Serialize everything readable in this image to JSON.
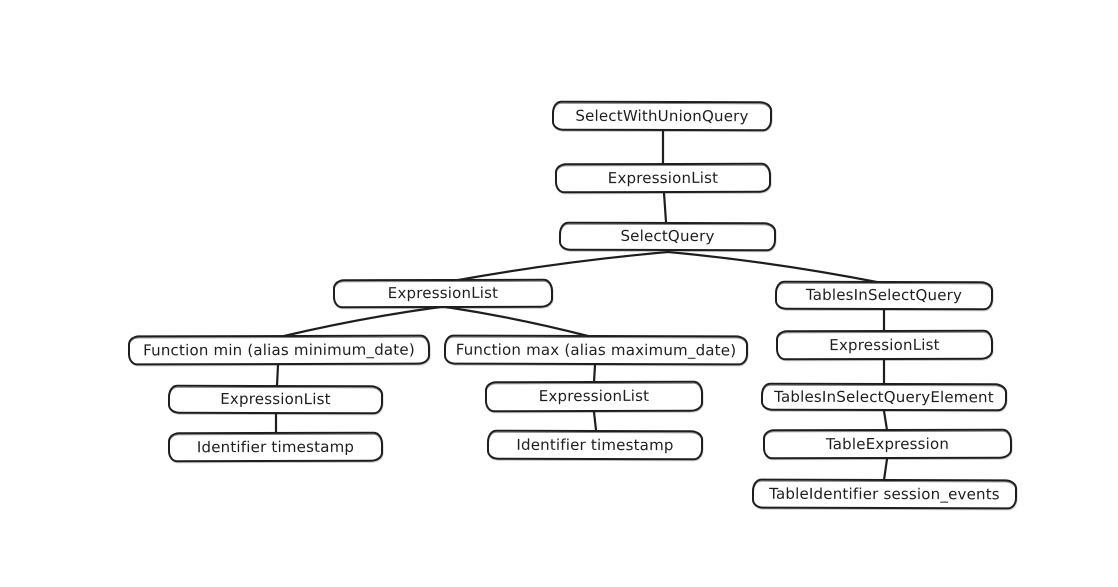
{
  "diagram": {
    "kind": "ast-tree",
    "colors": {
      "background": "#ffffff",
      "node_fill": "#ffffff",
      "stroke": "#1e1e1e",
      "text": "#1e1e1e"
    },
    "nodes": [
      {
        "id": "select-with-union-query",
        "label": "SelectWithUnionQuery"
      },
      {
        "id": "expression-list-root",
        "label": "ExpressionList"
      },
      {
        "id": "select-query",
        "label": "SelectQuery"
      },
      {
        "id": "expression-list-select",
        "label": "ExpressionList"
      },
      {
        "id": "tables-in-select-query",
        "label": "TablesInSelectQuery"
      },
      {
        "id": "function-min",
        "label": "Function min (alias minimum_date)"
      },
      {
        "id": "function-max",
        "label": "Function max (alias maximum_date)"
      },
      {
        "id": "expression-list-tables",
        "label": "ExpressionList"
      },
      {
        "id": "expression-list-min",
        "label": "ExpressionList"
      },
      {
        "id": "expression-list-max",
        "label": "ExpressionList"
      },
      {
        "id": "tables-in-select-query-element",
        "label": "TablesInSelectQueryElement"
      },
      {
        "id": "identifier-timestamp-min",
        "label": "Identifier timestamp"
      },
      {
        "id": "identifier-timestamp-max",
        "label": "Identifier timestamp"
      },
      {
        "id": "table-expression",
        "label": "TableExpression"
      },
      {
        "id": "table-identifier-session-events",
        "label": "TableIdentifier session_events"
      }
    ],
    "edges": [
      [
        "select-with-union-query",
        "expression-list-root"
      ],
      [
        "expression-list-root",
        "select-query"
      ],
      [
        "select-query",
        "expression-list-select"
      ],
      [
        "select-query",
        "tables-in-select-query"
      ],
      [
        "expression-list-select",
        "function-min"
      ],
      [
        "expression-list-select",
        "function-max"
      ],
      [
        "tables-in-select-query",
        "expression-list-tables"
      ],
      [
        "function-min",
        "expression-list-min"
      ],
      [
        "function-max",
        "expression-list-max"
      ],
      [
        "expression-list-tables",
        "tables-in-select-query-element"
      ],
      [
        "expression-list-min",
        "identifier-timestamp-min"
      ],
      [
        "expression-list-max",
        "identifier-timestamp-max"
      ],
      [
        "tables-in-select-query-element",
        "table-expression"
      ],
      [
        "table-expression",
        "table-identifier-session-events"
      ]
    ]
  }
}
